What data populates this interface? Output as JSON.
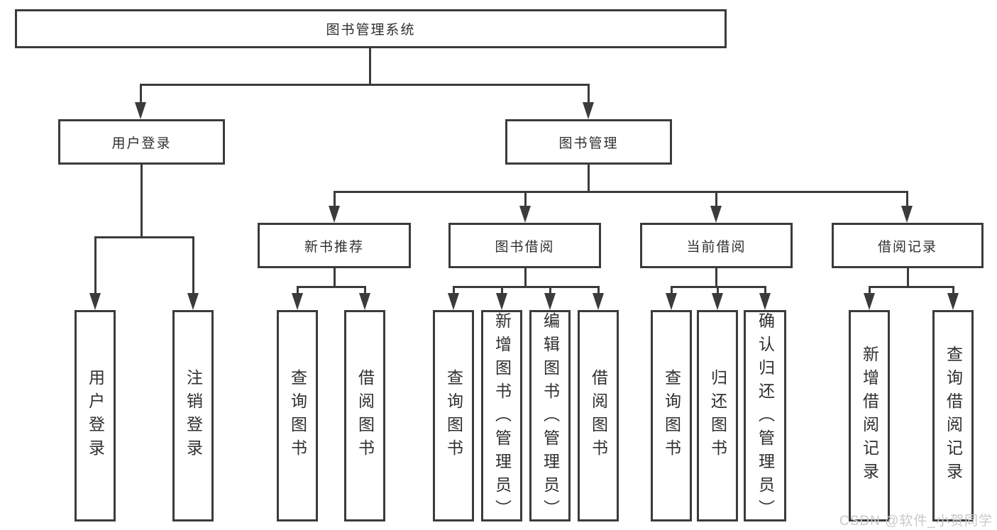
{
  "nodes": {
    "root": "图书管理系统",
    "user_login": "用户登录",
    "book_management": "图书管理",
    "new_book_recommend": "新书推荐",
    "book_borrow": "图书借阅",
    "current_borrow": "当前借阅",
    "borrow_records": "借阅记录",
    "leaf_user_login": "用户登录",
    "leaf_logout": "注销登录",
    "leaf_query_books_a": "查询图书",
    "leaf_borrow_books_a": "借阅图书",
    "leaf_query_books_b": "查询图书",
    "leaf_add_books_admin": "新增图书（管理员）",
    "leaf_edit_books_admin": "编辑图书（管理员）",
    "leaf_borrow_books_b": "借阅图书",
    "leaf_query_books_c": "查询图书",
    "leaf_return_books": "归还图书",
    "leaf_confirm_return_admin": "确认归还（管理员）",
    "leaf_add_borrow_record": "新增借阅记录",
    "leaf_query_borrow_record": "查询借阅记录"
  },
  "watermark": "CSDN @软件_小贺同学",
  "colors": {
    "line": "#3b3b3b",
    "text": "#2f2f2f",
    "background": "#ffffff",
    "watermark": "#c9c9c9"
  }
}
